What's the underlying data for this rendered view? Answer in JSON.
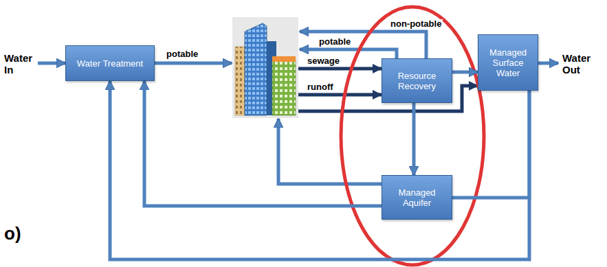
{
  "diagram": {
    "nodes": [
      {
        "text": [
          "Water Treatment"
        ]
      },
      {
        "text": [
          "Resource Recovery"
        ]
      },
      {
        "text": [
          "Managed Surface Water"
        ]
      },
      {
        "text": [
          "Managed Aquifer"
        ]
      }
    ],
    "edges": [
      {
        "from": 1,
        "to": 2,
        "arrow": "to"
      },
      {
        "from": 1,
        "to": 3,
        "arrow": "to"
      },
      {
        "from": 3,
        "to": 0,
        "arrow": "to"
      },
      {
        "from": 3,
        "to": 2,
        "arrow": "none"
      },
      {
        "from": 2,
        "to": 0,
        "arrow": "to"
      }
    ],
    "labels": [
      "Water In",
      "potable",
      "non-potable",
      "potable",
      "sewage",
      "runoff",
      "Water Out",
      "o)"
    ]
  }
}
